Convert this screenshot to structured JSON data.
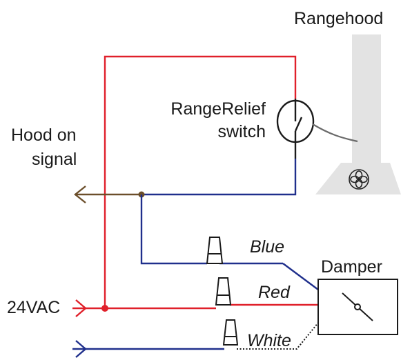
{
  "labels": {
    "rangehood": "Rangehood",
    "switch_line1": "RangeRelief",
    "switch_line2": "switch",
    "hood_line1": "Hood on",
    "hood_line2": "signal",
    "damper": "Damper",
    "blue": "Blue",
    "red": "Red",
    "white": "White",
    "supply": "24VAC"
  },
  "colors": {
    "red_wire": "#e0202a",
    "blue_wire": "#1f2f8c",
    "brown_wire": "#6b4e2a",
    "black_wire": "#1a1a1a",
    "hood_body": "#e3e3e3",
    "link_wire": "#6a6a6a"
  }
}
